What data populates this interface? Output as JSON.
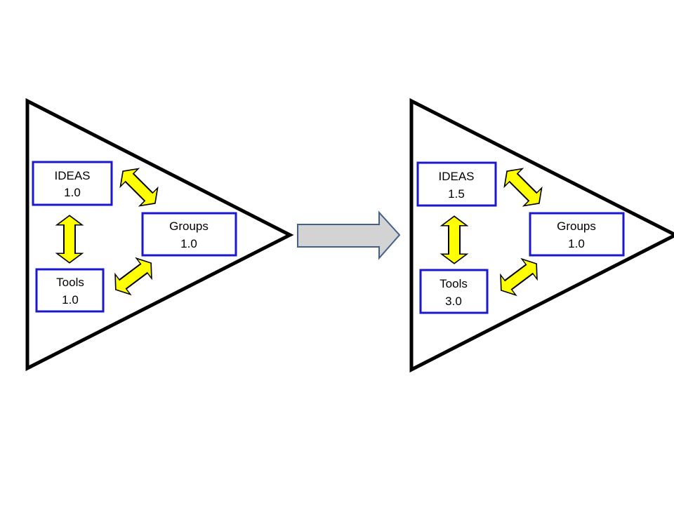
{
  "colors": {
    "triangle_stroke": "#000000",
    "box_stroke": "#1a1acc",
    "bidirectional_arrow_fill": "#ffff00",
    "transition_arrow_fill": "#d3d3d3",
    "transition_arrow_stroke": "#41608c"
  },
  "diagrams": [
    {
      "ideas": {
        "name": "IDEAS",
        "version": "1.0"
      },
      "groups": {
        "name": "Groups",
        "version": "1.0"
      },
      "tools": {
        "name": "Tools",
        "version": "1.0"
      }
    },
    {
      "ideas": {
        "name": "IDEAS",
        "version": "1.5"
      },
      "groups": {
        "name": "Groups",
        "version": "1.0"
      },
      "tools": {
        "name": "Tools",
        "version": "3.0"
      }
    }
  ]
}
